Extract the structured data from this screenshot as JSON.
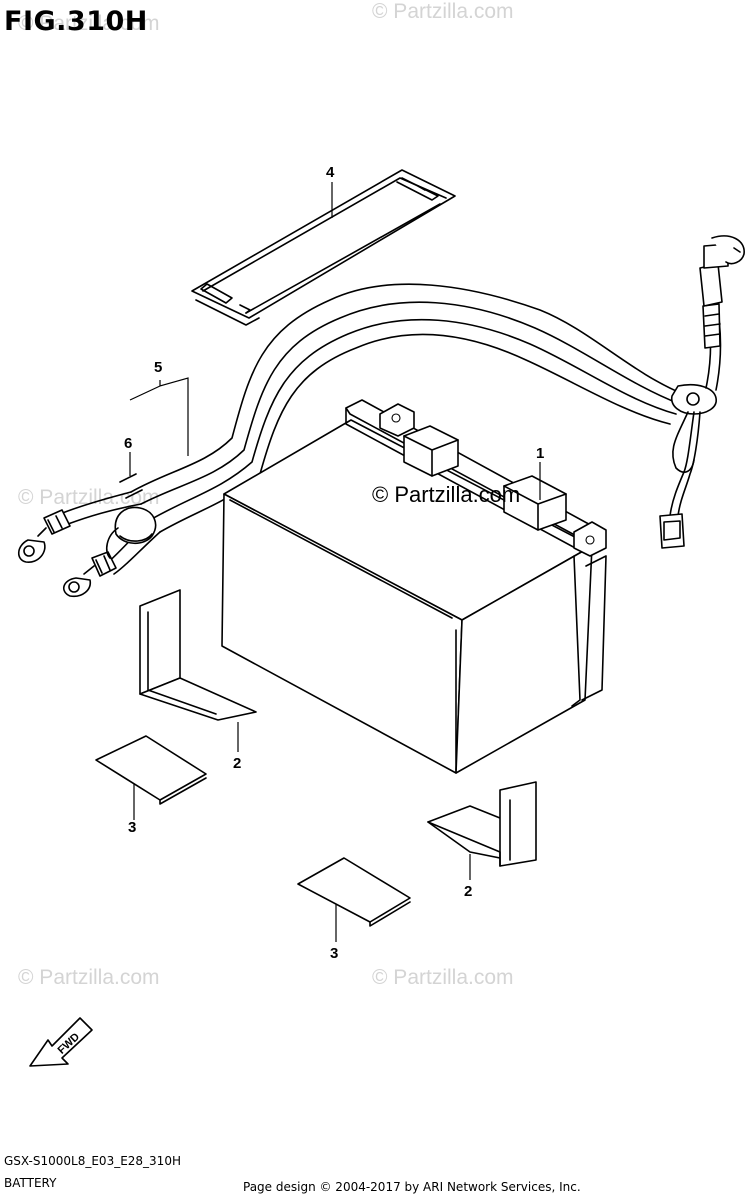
{
  "title": "FIG.310H",
  "diagram_code": "GSX-S1000L8_E03_E28_310H",
  "section_name": "BATTERY",
  "footer": "Page design © 2004-2017 by ARI Network Services, Inc.",
  "watermark": "© Partzilla.com",
  "fwd_label": "FWD",
  "callouts": {
    "battery": "1",
    "plate_left": "2",
    "plate_right": "2",
    "cushion_left": "3",
    "cushion_right": "3",
    "band": "4",
    "lead_wire": "5",
    "cap": "6"
  }
}
